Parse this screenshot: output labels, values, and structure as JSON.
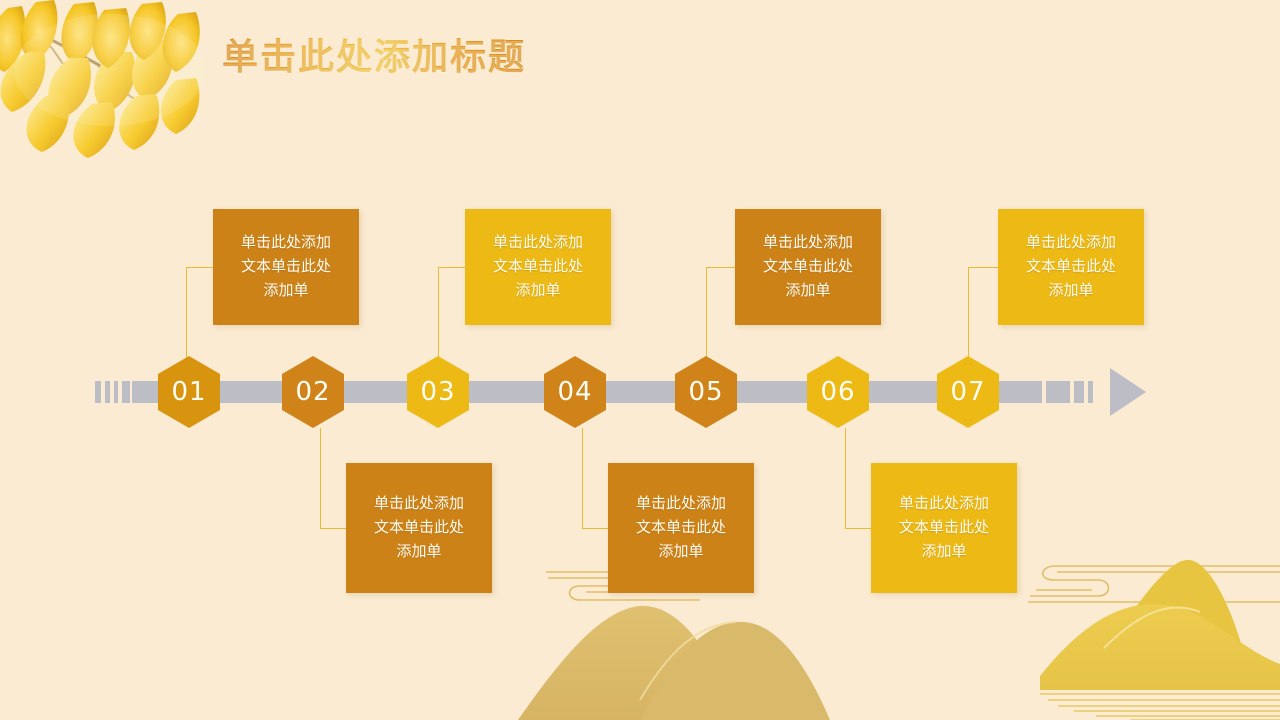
{
  "slide": {
    "background_color": "#faebd2",
    "title": "单击此处添加标题",
    "title_color": "#e09b20"
  },
  "decor": {
    "ginkgo_leaves": "ginkgo-leaves-photo",
    "mountain_left": "mountain-silhouette",
    "mountain_right": "mountain-silhouette",
    "scroll_motif_left": "cloud-scroll-motif",
    "scroll_motif_right": "cloud-scroll-motif",
    "water_lines": "water-reflection-lines"
  },
  "timeline": {
    "rail_color": "#bdbdc5",
    "arrow_color": "#bdbdc5",
    "connector_color": "#e8bb35",
    "colors": {
      "dark_orange": "#cd8218",
      "gold": "#edb914"
    },
    "steps": [
      {
        "number": "01",
        "hex_color": "#d8940f",
        "card_color": "#cd8218",
        "position": "top",
        "text": "单击此处添加文本单击此处添加单"
      },
      {
        "number": "02",
        "hex_color": "#cf8318",
        "card_color": "#cd8218",
        "position": "bottom",
        "text": "单击此处添加文本单击此处添加单"
      },
      {
        "number": "03",
        "hex_color": "#edb914",
        "card_color": "#edb914",
        "position": "top",
        "text": "单击此处添加文本单击此处添加单"
      },
      {
        "number": "04",
        "hex_color": "#cf8318",
        "card_color": "#cd8218",
        "position": "bottom",
        "text": "单击此处添加文本单击此处添加单"
      },
      {
        "number": "05",
        "hex_color": "#cf8318",
        "card_color": "#cd8218",
        "position": "top",
        "text": "单击此处添加文本单击此处添加单"
      },
      {
        "number": "06",
        "hex_color": "#edb914",
        "card_color": "#edb914",
        "position": "bottom",
        "text": "单击此处添加文本单击此处添加单"
      },
      {
        "number": "07",
        "hex_color": "#edb914",
        "card_color": "#edb914",
        "position": "top",
        "text": "单击此处添加文本单击此处添加单"
      }
    ]
  }
}
